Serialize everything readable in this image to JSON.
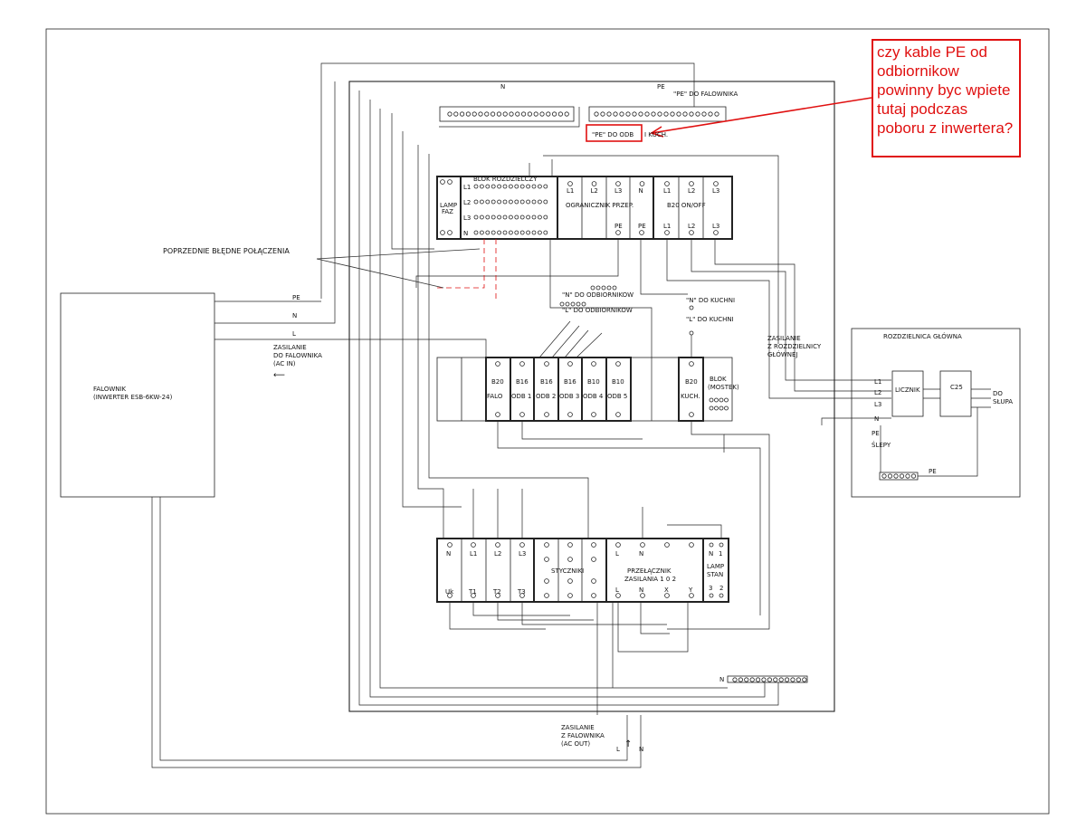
{
  "labels": {
    "n_top": "N",
    "pe_top": "PE",
    "pe_do_falownika": "\"PE\" DO FALOWNIKA",
    "pe_do_odb": "\"PE\" DO ODB",
    "kuch_top": "I KUCH.",
    "blok_rozdzielczy": "BLOK ROZDZIELCZY",
    "lamp": "LAMP",
    "faz": "FAZ",
    "ogranicznik": "OGRANICZNIK PRZEP.",
    "b20_onoff": "B20 ON/OFF",
    "poprzednie": "POPRZEDNIE BŁĘDNE POŁĄCZENIA",
    "n_do_odbiornikow": "\"N\" DO ODBIORNIKOW",
    "n_do_kuchni": "\"N\" DO KUCHNI",
    "l_do_odbiornikow": "\"L\" DO ODBIORNIKOW",
    "l_do_kuchni": "\"L\" DO KUCHNI",
    "zasilanie_rozdz_1": "ZASILANIE",
    "zasilanie_rozdz_2": "Z ROZDZIELNICY",
    "zasilanie_rozdz_3": "GŁÓWNEJ",
    "pe_left": "PE",
    "n_left": "N",
    "l_left": "L",
    "zasilanie_fal_1": "ZASILANIE",
    "zasilanie_fal_2": "DO FALOWNIKA",
    "zasilanie_fal_3": "(AC IN)",
    "falownik_1": "FALOWNIK",
    "falownik_2": "(INWERTER ESB-6KW-24)",
    "blok_mostek_1": "BLOK",
    "blok_mostek_2": "(MOSTEK)",
    "stycznik": "STYCZNIKI",
    "przelacznik_1": "PRZEŁĄCZNIK",
    "przelacznik_2": "ZASILANIA 1 0 2",
    "lamp_stan_1": "LAMP",
    "lamp_stan_2": "STAN",
    "n_bottom_bar": "N",
    "zasilanie_out_1": "ZASILANIE",
    "zasilanie_out_2": "Z FALOWNIKA",
    "zasilanie_out_3": "(AC OUT)",
    "l_out": "L",
    "n_out": "N",
    "rozdzielnica_glowna": "ROZDZIELNICA GŁÓWNA",
    "licznik": "LICZNIK",
    "c25": "C25",
    "do": "DO",
    "slupa": "SŁUPA",
    "pe_slepy": "PE",
    "slepy": "ŚLEPY",
    "pe_right": "PE"
  },
  "ogranicznik_top": [
    "L1",
    "L2",
    "L3",
    "N"
  ],
  "ogranicznik_bottom": [
    "PE",
    "PE"
  ],
  "b20_top": [
    "L1",
    "L2",
    "L3"
  ],
  "b20_bottom": [
    "L1",
    "L2",
    "L3"
  ],
  "blok_rows": [
    "L1",
    "L2",
    "L3",
    "N"
  ],
  "breakers_top": [
    "B20",
    "B16",
    "B16",
    "B16",
    "B10",
    "B10",
    "B20"
  ],
  "breakers_bottom": [
    "FALO",
    "ODB 1",
    "ODB 2",
    "ODB 3",
    "ODB 4",
    "ODB 5",
    "KUCH."
  ],
  "contactor_top": [
    "N",
    "L1",
    "L2",
    "L3"
  ],
  "contactor_bottom": [
    "Uk",
    "T1",
    "T2",
    "T3"
  ],
  "switch_top": [
    "L",
    "N"
  ],
  "switch_bottom": [
    "L",
    "N",
    "X",
    "Y"
  ],
  "stan_top": [
    "N",
    "1"
  ],
  "stan_bottom": [
    "3",
    "2"
  ],
  "main_lines": [
    "L1",
    "L2",
    "L3",
    "N"
  ],
  "note": {
    "text": "czy kable PE od odbiornikow powinny byc wpiete tutaj podczas poboru z inwertera?"
  }
}
